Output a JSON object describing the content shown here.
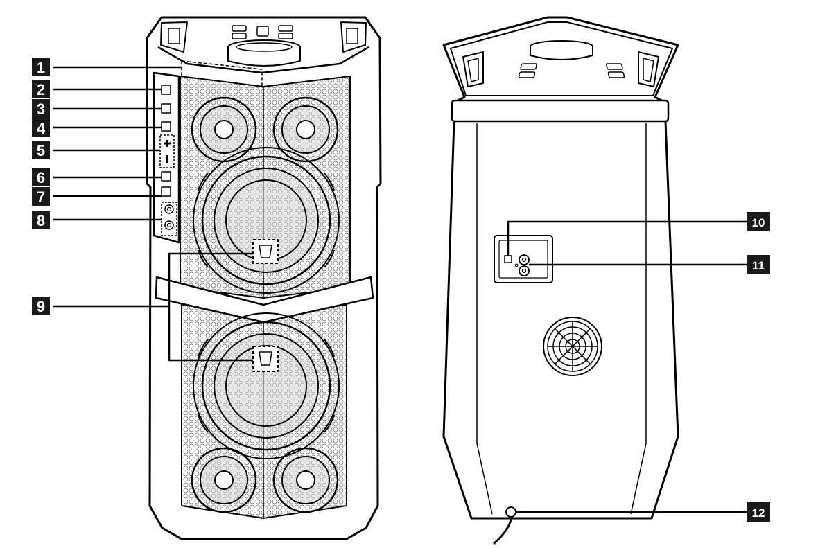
{
  "callouts": {
    "c1": "1",
    "c2": "2",
    "c3": "3",
    "c4": "4",
    "c5": "5",
    "c6": "6",
    "c7": "7",
    "c8": "8",
    "c9": "9",
    "c10": "10",
    "c11": "11",
    "c12": "12"
  },
  "colors": {
    "line": "#000000",
    "grille": "#d9d9d9",
    "badge": "#1a1a1a",
    "panel": "#ffffff"
  }
}
